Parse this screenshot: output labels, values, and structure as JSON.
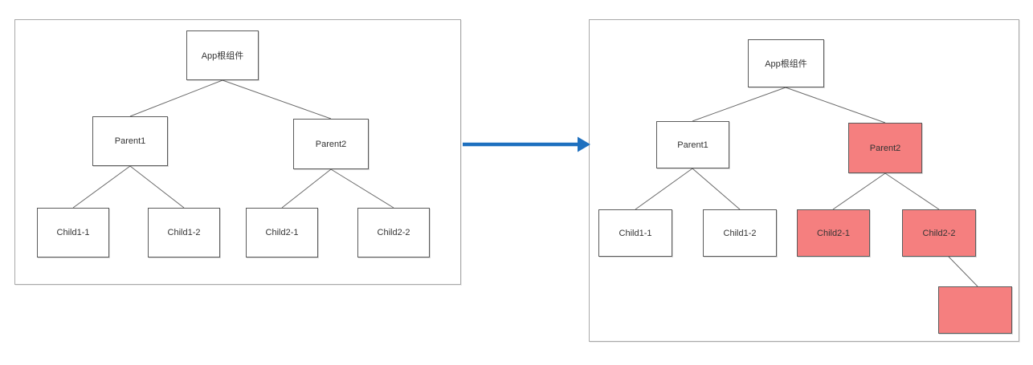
{
  "colors": {
    "highlight": "#F57F7F",
    "arrow": "#1E70BF"
  },
  "before_tree": {
    "root": "App根组件",
    "parent1": "Parent1",
    "parent2": "Parent2",
    "child1_1": "Child1-1",
    "child1_2": "Child1-2",
    "child2_1": "Child2-1",
    "child2_2": "Child2-2"
  },
  "after_tree": {
    "root": "App根组件",
    "parent1": "Parent1",
    "parent2": "Parent2",
    "child1_1": "Child1-1",
    "child1_2": "Child1-2",
    "child2_1": "Child2-1",
    "child2_2": "Child2-2",
    "new_node": ""
  }
}
